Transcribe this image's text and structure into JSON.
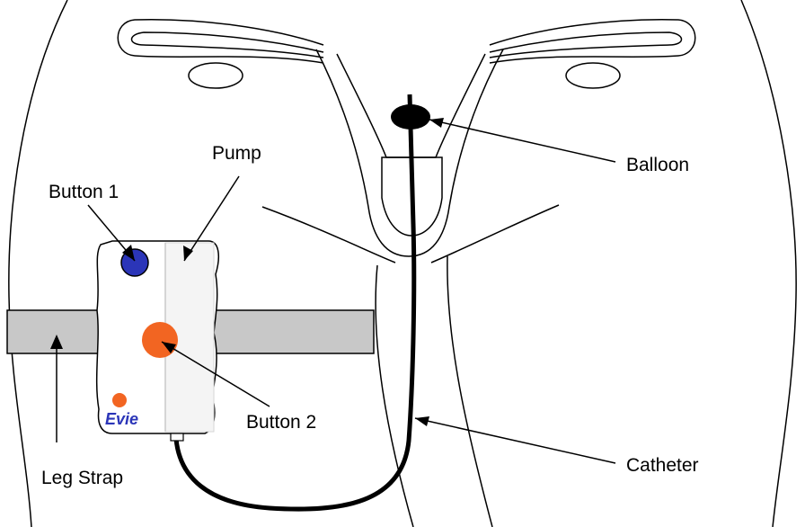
{
  "labels": {
    "pump": "Pump",
    "button1": "Button 1",
    "balloon": "Balloon",
    "button2": "Button 2",
    "catheter": "Catheter",
    "leg_strap": "Leg Strap"
  },
  "logo": {
    "text": "Evie"
  },
  "colors": {
    "button1": "#2b35b8",
    "button2": "#f26522",
    "logo_text": "#2b35b8",
    "logo_dot": "#f26522",
    "strap": "#c8c8c8",
    "stroke": "#000000"
  }
}
